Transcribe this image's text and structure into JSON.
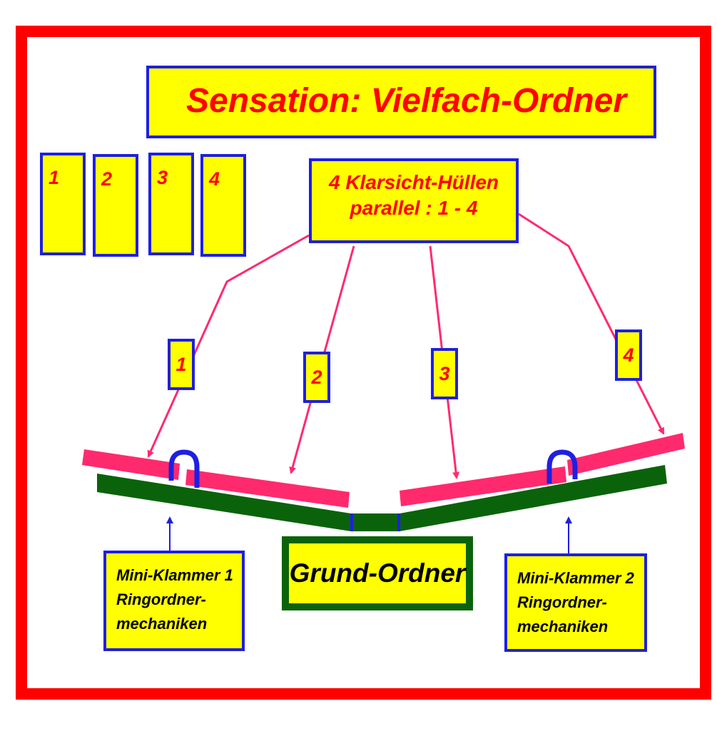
{
  "title": "Sensation: Vielfach-Ordner",
  "sheets": [
    "1",
    "2",
    "3",
    "4"
  ],
  "sleeves": {
    "line1": "4  Klarsicht-Hüllen",
    "line2": "parallel  :  1 - 4"
  },
  "sleeve_labels": [
    "1",
    "2",
    "3",
    "4"
  ],
  "base_label": "Grund-Ordner",
  "clamp1": {
    "line1": "Mini-Klammer 1",
    "line2": "Ringordner-",
    "line3": "mechaniken"
  },
  "clamp2": {
    "line1": "Mini-Klammer 2",
    "line2": "Ringordner-",
    "line3": "mechaniken"
  },
  "colors": {
    "frame": "#ff0000",
    "box_fill": "#ffff00",
    "box_border": "#1f1fe0",
    "sleeve": "#ff2a6d",
    "base": "#0a630a",
    "label_text": "#ff0000"
  }
}
